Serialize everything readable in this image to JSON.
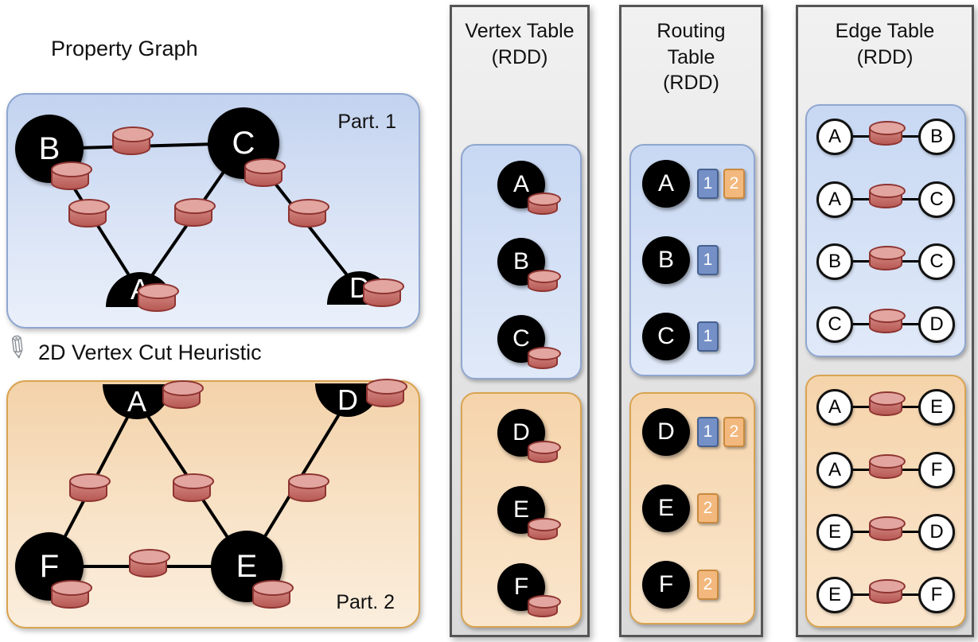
{
  "property_graph": {
    "title": "Property Graph",
    "cut_heuristic_label": "2D Vertex Cut Heuristic",
    "part1": {
      "label": "Part. 1",
      "full_vertices": [
        "B",
        "C"
      ],
      "cut_vertices": [
        "A",
        "D"
      ],
      "edges": [
        "B-C",
        "B-A",
        "C-A",
        "C-D"
      ]
    },
    "part2": {
      "label": "Part. 2",
      "cut_vertices": [
        "A",
        "D"
      ],
      "full_vertices": [
        "F",
        "E"
      ],
      "edges": [
        "A-F",
        "A-E",
        "F-E",
        "E-D"
      ]
    }
  },
  "vertex_table": {
    "title_lines": [
      "Vertex Table",
      "(RDD)"
    ],
    "part1": [
      "A",
      "B",
      "C"
    ],
    "part2": [
      "D",
      "E",
      "F"
    ]
  },
  "routing_table": {
    "title_lines": [
      "Routing",
      "Table",
      "(RDD)"
    ],
    "part1": [
      {
        "vertex": "A",
        "badges": [
          {
            "n": "1",
            "c": "blue"
          },
          {
            "n": "2",
            "c": "orange"
          }
        ]
      },
      {
        "vertex": "B",
        "badges": [
          {
            "n": "1",
            "c": "blue"
          }
        ]
      },
      {
        "vertex": "C",
        "badges": [
          {
            "n": "1",
            "c": "blue"
          }
        ]
      }
    ],
    "part2": [
      {
        "vertex": "D",
        "badges": [
          {
            "n": "1",
            "c": "blue"
          },
          {
            "n": "2",
            "c": "orange"
          }
        ]
      },
      {
        "vertex": "E",
        "badges": [
          {
            "n": "2",
            "c": "orange"
          }
        ]
      },
      {
        "vertex": "F",
        "badges": [
          {
            "n": "2",
            "c": "orange"
          }
        ]
      }
    ]
  },
  "edge_table": {
    "title_lines": [
      "Edge Table",
      "(RDD)"
    ],
    "part1": [
      {
        "src": "A",
        "dst": "B"
      },
      {
        "src": "A",
        "dst": "C"
      },
      {
        "src": "B",
        "dst": "C"
      },
      {
        "src": "C",
        "dst": "D"
      }
    ],
    "part2": [
      {
        "src": "A",
        "dst": "E"
      },
      {
        "src": "A",
        "dst": "F"
      },
      {
        "src": "E",
        "dst": "D"
      },
      {
        "src": "E",
        "dst": "F"
      }
    ]
  },
  "colors": {
    "partition1_fill": "#d3e0f4",
    "partition1_border": "#8fa6cf",
    "partition2_fill": "#f7ddbd",
    "partition2_border": "#d9a351",
    "cylinder_red": "#c96f6a",
    "badge_blue": "#7590c6",
    "badge_orange": "#f3b87d",
    "column_fill": "#e6e6e6",
    "vertex_fill": "#000000"
  }
}
